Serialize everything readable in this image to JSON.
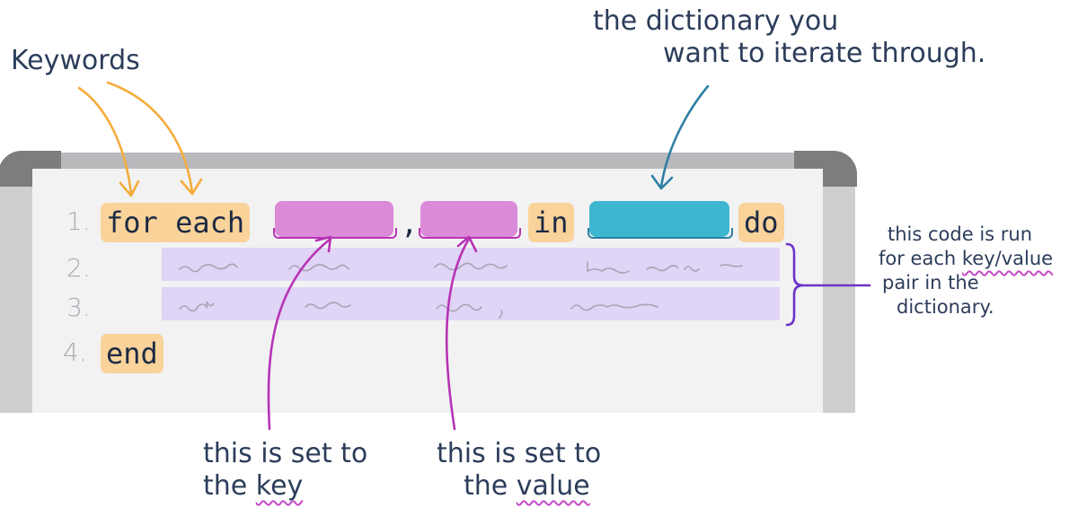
{
  "annotations": {
    "keywords": "Keywords",
    "dictionary_line1": "the dictionary you",
    "dictionary_line2": "want to iterate through.",
    "body_line1": "this code is run",
    "body_line2_pre": "for each ",
    "body_line2_em": "key/value",
    "body_line3": "pair in the",
    "body_line4": "dictionary.",
    "key_line1": "this is set to",
    "key_line2_pre": "the ",
    "key_line2_em": "key",
    "value_line1": "this is set to",
    "value_line2_pre": "the ",
    "value_line2_em": "value"
  },
  "code": {
    "line_numbers": [
      "1.",
      "2.",
      "3.",
      "4."
    ],
    "for_each": "for each",
    "comma": ",",
    "in": "in",
    "do": "do",
    "end": "end"
  },
  "colors": {
    "keyword": "#f9d39a",
    "key_value_slot": "#db8ad8",
    "dictionary_slot": "#3db6cf",
    "code_body": "#e0d4f7",
    "keyword_arrow": "#f5ac3c",
    "dictionary_arrow": "#2e7fa3",
    "key_value_arrow": "#b733b5",
    "body_brace": "#6a34c9"
  }
}
